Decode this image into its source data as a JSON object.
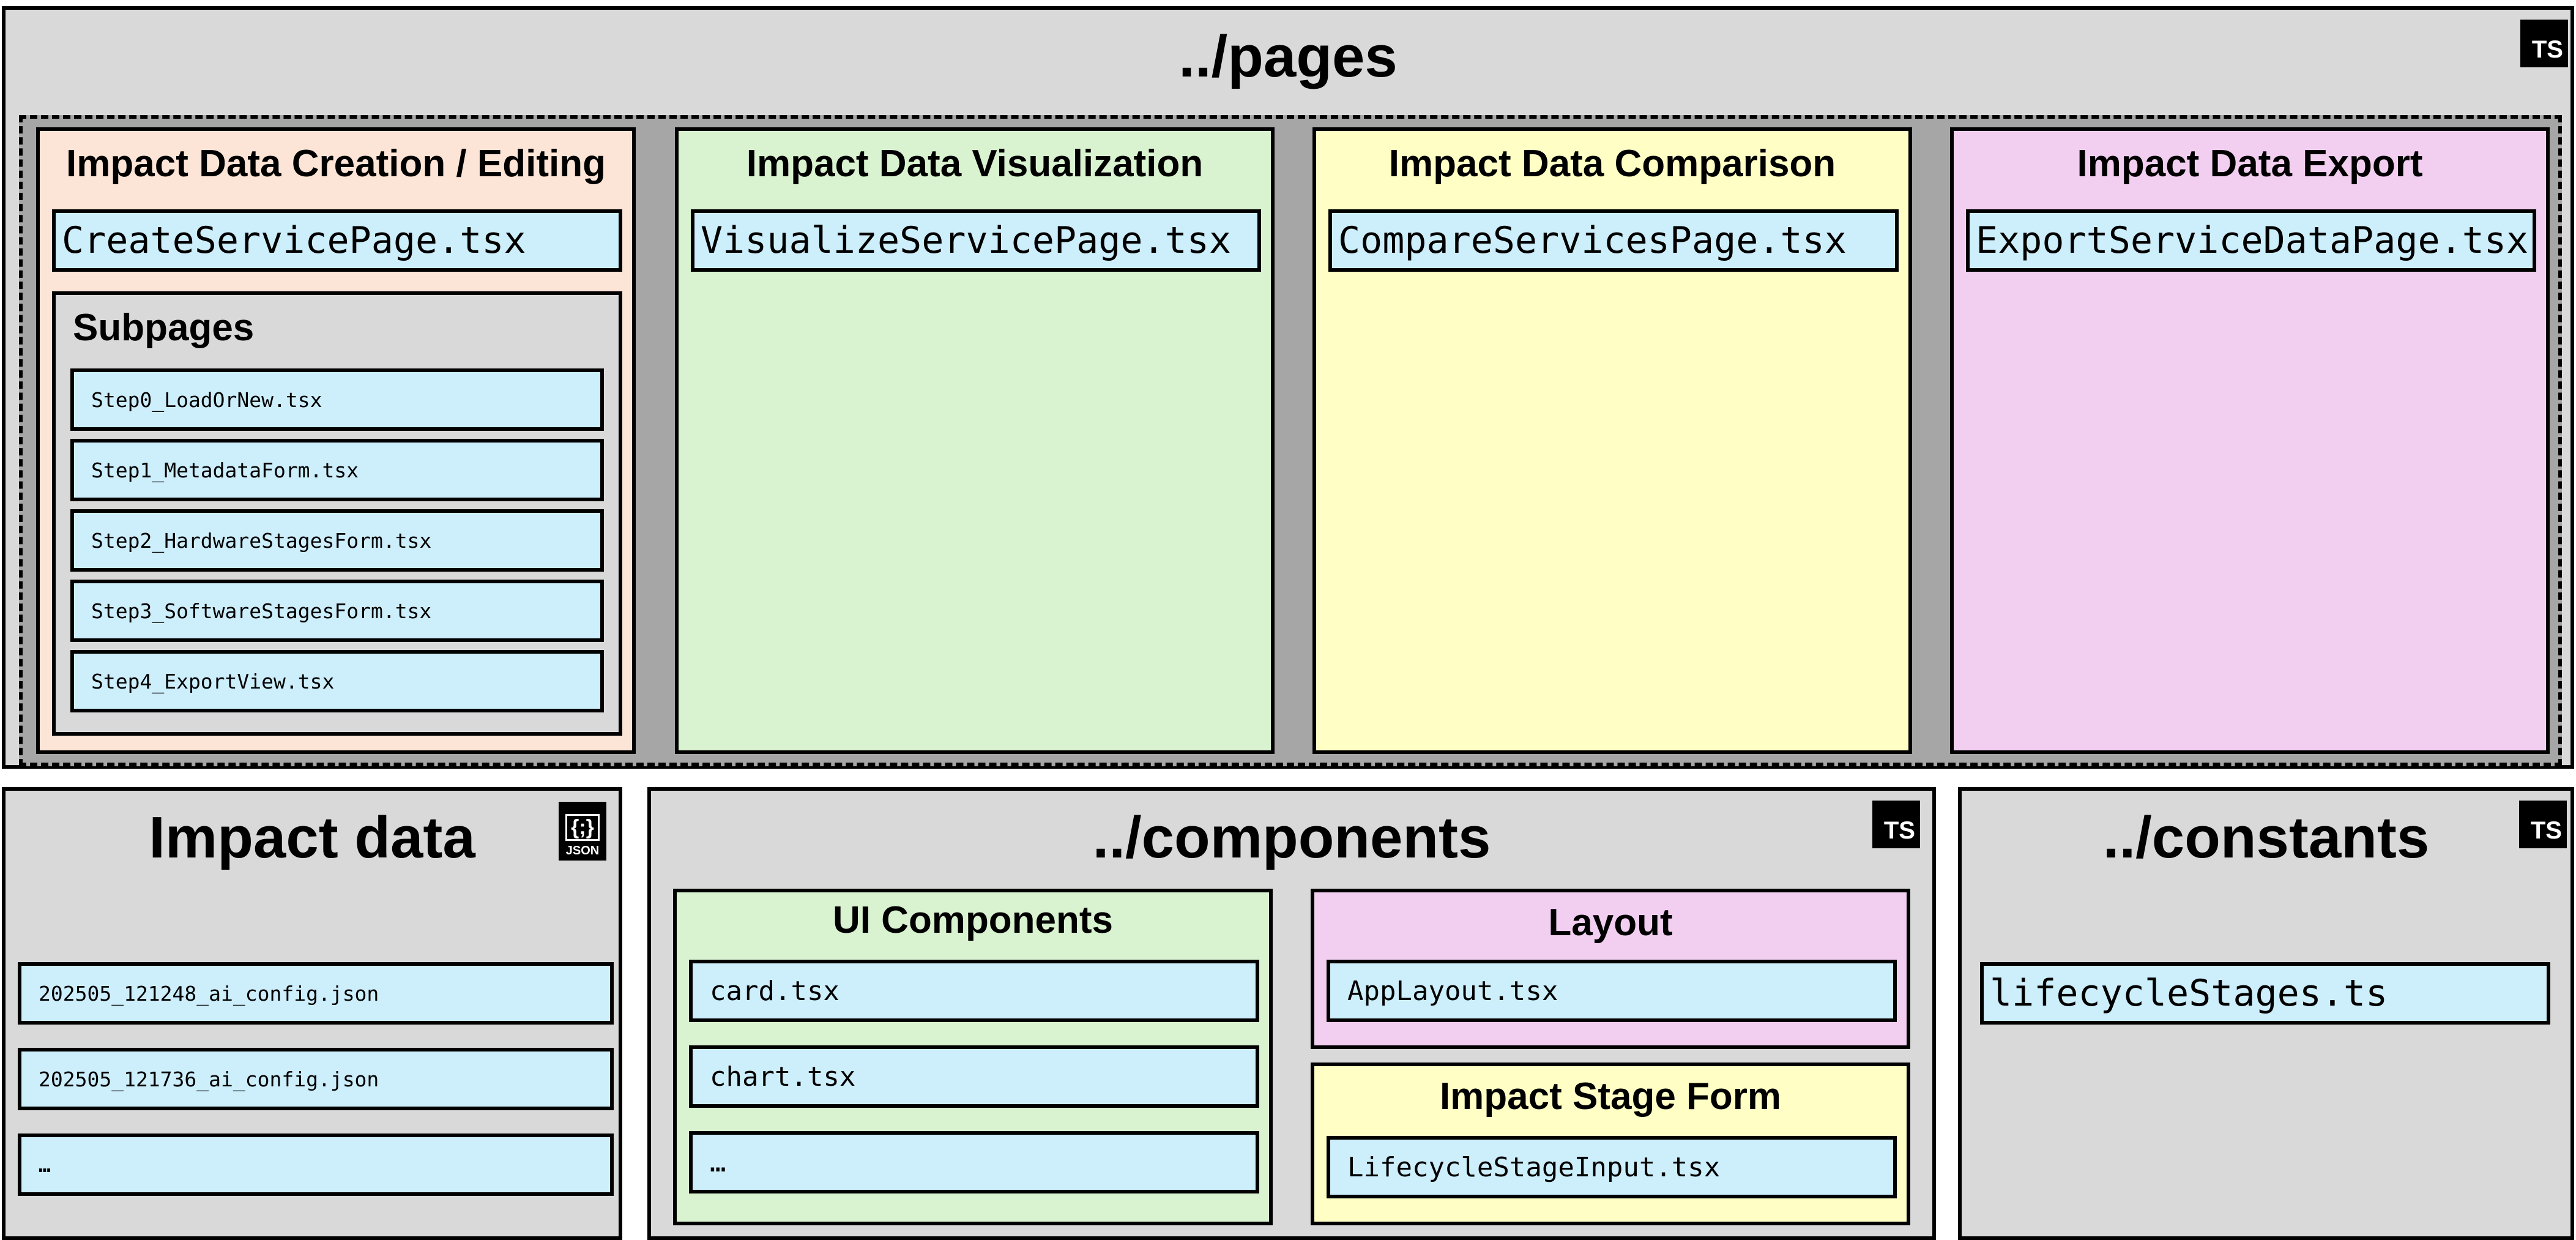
{
  "badges": {
    "ts": "TS",
    "json_brace": "{;}",
    "json_label": "JSON"
  },
  "pages": {
    "title": "../pages",
    "groups": [
      {
        "title": "Impact Data Creation / Editing",
        "main_file": "CreateServicePage.tsx",
        "subpages": {
          "title": "Subpages",
          "files": [
            "Step0_LoadOrNew.tsx",
            "Step1_MetadataForm.tsx",
            "Step2_HardwareStagesForm.tsx",
            "Step3_SoftwareStagesForm.tsx",
            "Step4_ExportView.tsx"
          ]
        }
      },
      {
        "title": "Impact Data Visualization",
        "main_file": "VisualizeServicePage.tsx"
      },
      {
        "title": "Impact Data Comparison",
        "main_file": "CompareServicesPage.tsx"
      },
      {
        "title": "Impact Data Export",
        "main_file": "ExportServiceDataPage.tsx"
      }
    ]
  },
  "impact_data": {
    "title": "Impact data",
    "files": [
      "202505_121248_ai_config.json",
      "202505_121736_ai_config.json",
      "…"
    ]
  },
  "components": {
    "title": "../components",
    "ui": {
      "title": "UI Components",
      "files": [
        "card.tsx",
        "chart.tsx",
        "…"
      ]
    },
    "layout": {
      "title": "Layout",
      "files": [
        "AppLayout.tsx"
      ]
    },
    "stage_form": {
      "title": "Impact Stage Form",
      "files": [
        "LifecycleStageInput.tsx"
      ]
    }
  },
  "constants": {
    "title": "../constants",
    "files": [
      "lifecycleStages.ts"
    ]
  },
  "colors": {
    "panel": "#d9d9d9",
    "dashed_area": "#a6a6a6",
    "file": "#cdeefb",
    "orange": "#fce4d6",
    "green": "#d9f2d0",
    "yellow": "#ffffc5",
    "pink": "#f2cff0"
  }
}
